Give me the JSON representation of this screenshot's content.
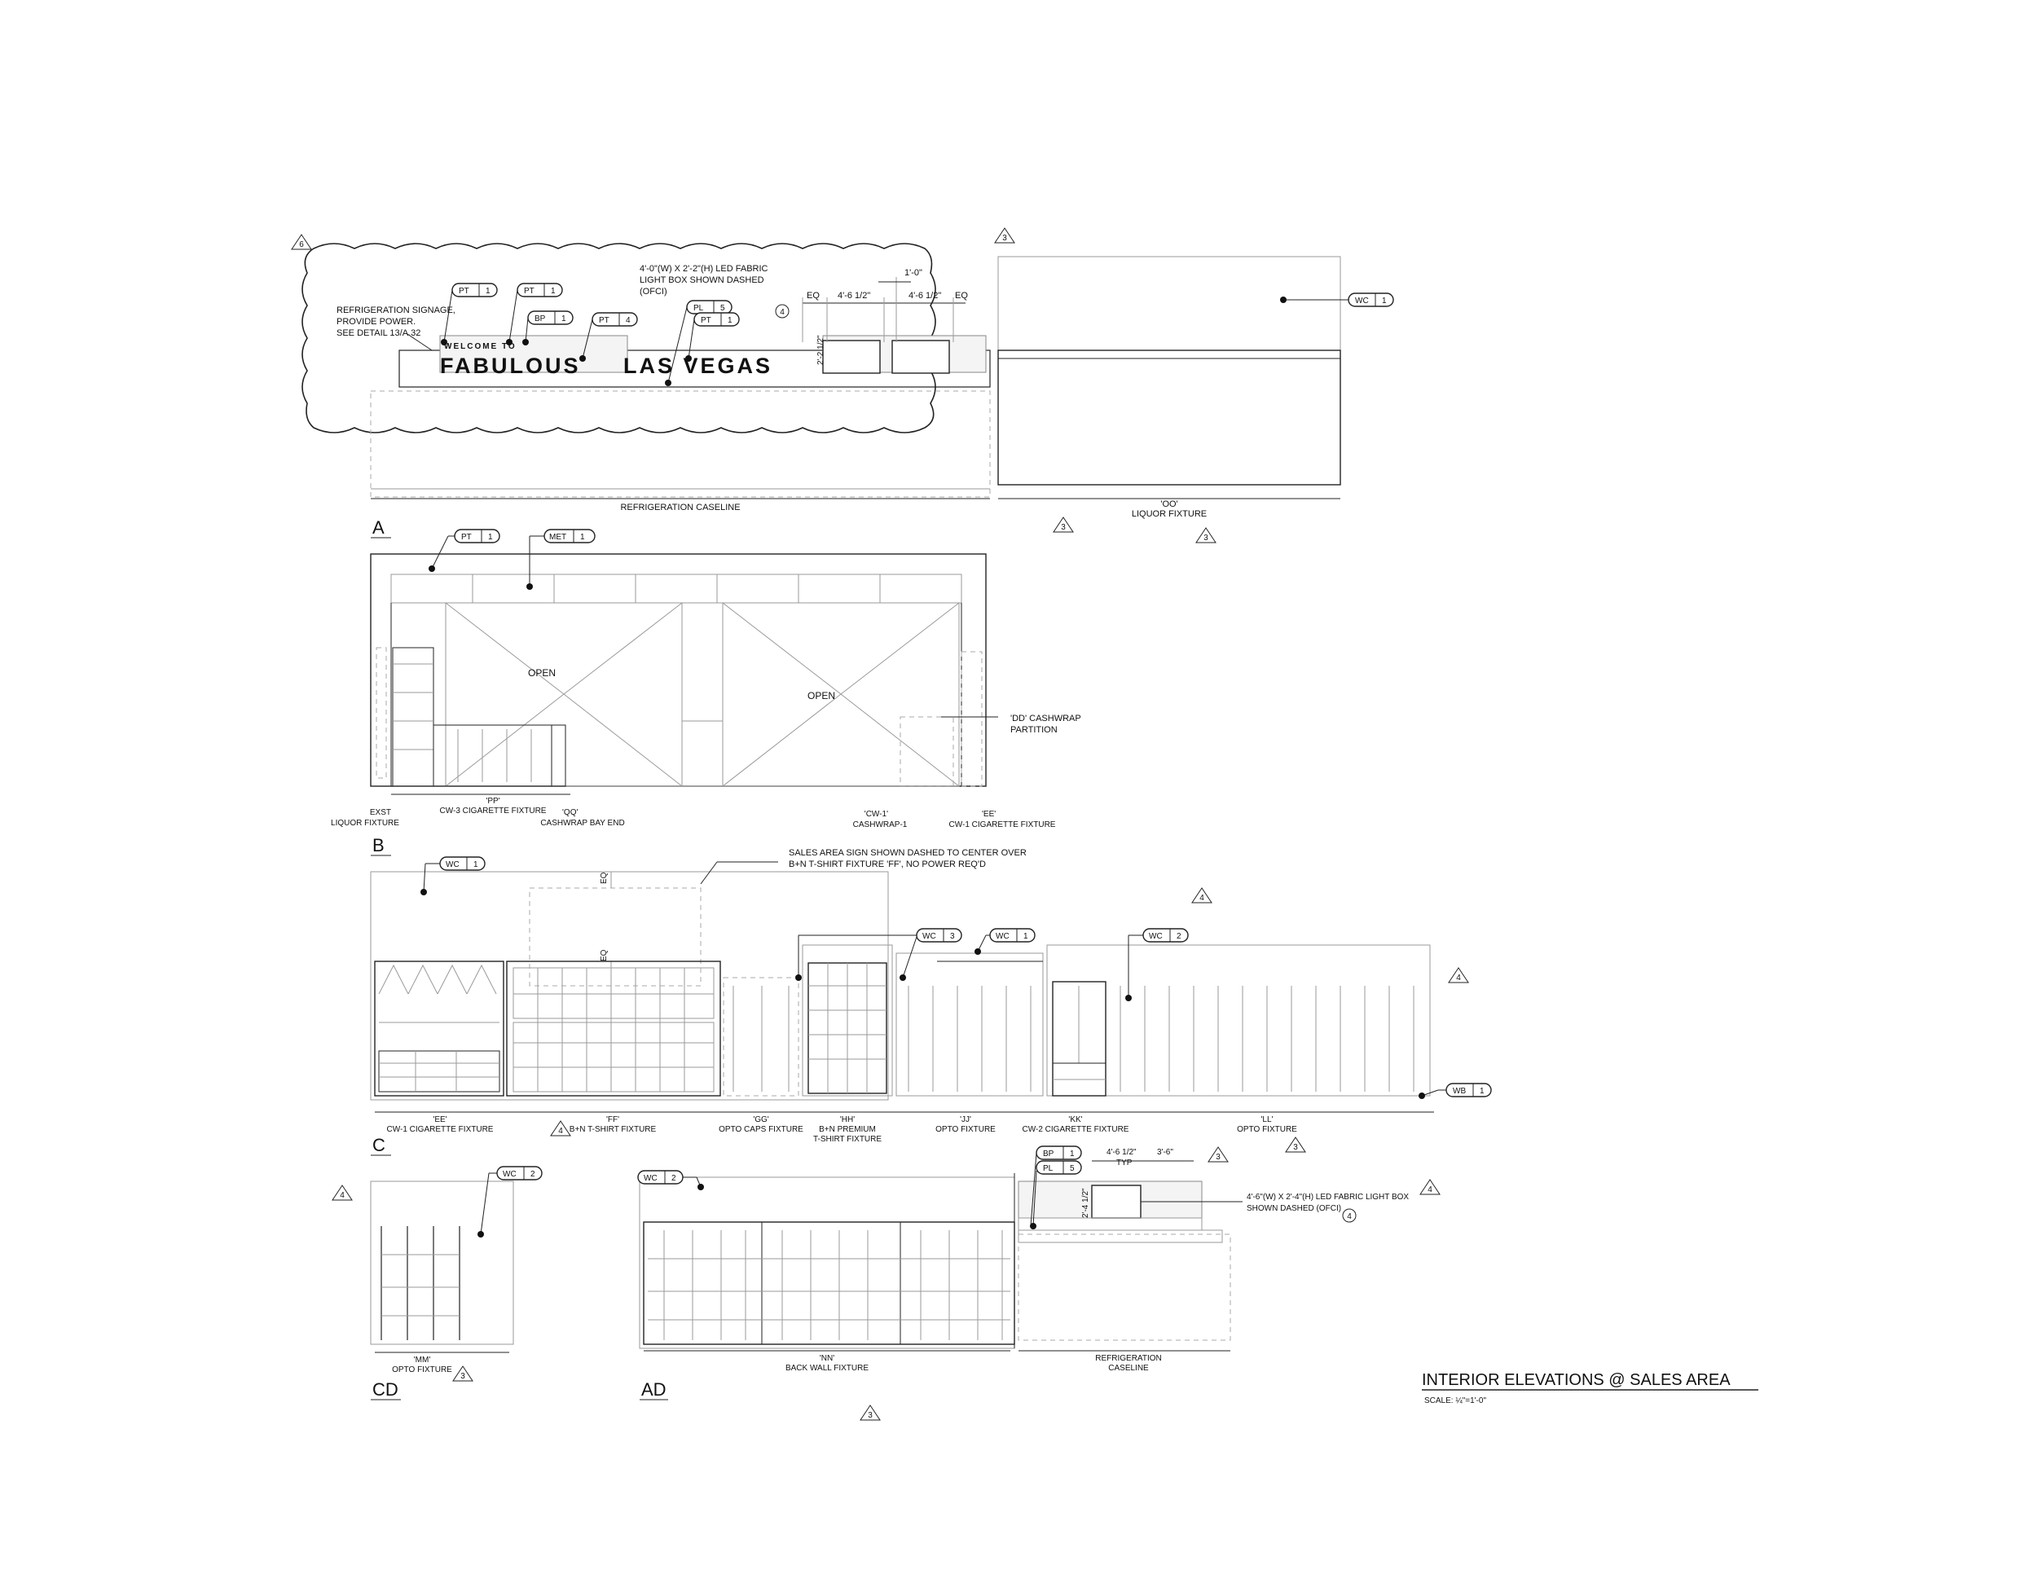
{
  "sheet": {
    "title": "INTERIOR ELEVATIONS @ SALES AREA",
    "scale": "SCALE: ¼\"=1'-0\""
  },
  "elevation_a": {
    "label": "A",
    "sign": {
      "welcome": "WELCOME TO",
      "fabulous": "FABULOUS",
      "lasvegas": "LAS VEGAS"
    },
    "notes": {
      "refrig_sign": [
        "REFRIGERATION SIGNAGE,",
        "PROVIDE POWER.",
        "SEE DETAIL 13/A.32"
      ],
      "lightbox": [
        "4'-0\"(W) X 2'-2\"(H) LED FABRIC",
        "LIGHT BOX SHOWN DASHED",
        "(OFCI)"
      ]
    },
    "dims": {
      "eq1": "EQ",
      "eq2": "EQ",
      "d1": "4'-6 1/2\"",
      "d2": "4'-6 1/2\"",
      "d3": "1'-0\"",
      "d4": "2'-2 1/2\""
    },
    "tags": {
      "pt1": [
        "PT",
        "1"
      ],
      "pt2": [
        "PT",
        "1"
      ],
      "bp": [
        "BP",
        "1"
      ],
      "pt3": [
        "PT",
        "4"
      ],
      "pl": [
        "PL",
        "5"
      ],
      "pt4": [
        "PT",
        "1"
      ],
      "wc": [
        "WC",
        "1"
      ]
    },
    "revisions": {
      "r6": "6",
      "r3a": "3",
      "r3b": "3",
      "r3c": "3",
      "rev4": "4"
    },
    "captions": {
      "refrig": "REFRIGERATION CASELINE",
      "oo_1": "'OO'",
      "oo_2": "LIQUOR FIXTURE"
    }
  },
  "elevation_b": {
    "label": "B",
    "tags": {
      "pt": [
        "PT",
        "1"
      ],
      "met": [
        "MET",
        "1"
      ]
    },
    "open1": "OPEN",
    "open2": "OPEN",
    "notes": {
      "dd": [
        "'DD' CASHWRAP",
        "PARTITION"
      ]
    },
    "captions": {
      "exst_1": "EXST",
      "exst_2": "LIQUOR FIXTURE",
      "pp_1": "'PP'",
      "pp_2": "CW-3 CIGARETTE FIXTURE",
      "qq_1": "'QQ'",
      "qq_2": "CASHWRAP BAY END",
      "cw1_1": "'CW-1'",
      "cw1_2": "CASHWRAP-1",
      "ee_1": "'EE'",
      "ee_2": "CW-1 CIGARETTE FIXTURE"
    }
  },
  "elevation_c": {
    "label": "C",
    "notes": {
      "sales_sign": [
        "SALES AREA SIGN SHOWN DASHED TO CENTER OVER",
        "B+N T-SHIRT FIXTURE 'FF', NO POWER REQ'D"
      ]
    },
    "dims": {
      "eq1": "EQ",
      "eq2": "EQ"
    },
    "tags": {
      "wc1": [
        "WC",
        "1"
      ],
      "wc3": [
        "WC",
        "3"
      ],
      "wc1b": [
        "WC",
        "1"
      ],
      "wc2": [
        "WC",
        "2"
      ],
      "wb": [
        "WB",
        "1"
      ]
    },
    "revisions": {
      "r4a": "4",
      "r4b": "4",
      "r4c": "4",
      "r3": "3"
    },
    "captions": {
      "ee_1": "'EE'",
      "ee_2": "CW-1 CIGARETTE FIXTURE",
      "ff_1": "'FF'",
      "ff_2": "B+N T-SHIRT FIXTURE",
      "gg_1": "'GG'",
      "gg_2": "OPTO CAPS FIXTURE",
      "hh_1": "'HH'",
      "hh_2": "B+N PREMIUM",
      "hh_3": "T-SHIRT FIXTURE",
      "jj_1": "'JJ'",
      "jj_2": "OPTO FIXTURE",
      "kk_1": "'KK'",
      "kk_2": "CW-2 CIGARETTE FIXTURE",
      "ll_1": "'LL'",
      "ll_2": "OPTO FIXTURE"
    }
  },
  "elevation_cd": {
    "label": "CD",
    "tags": {
      "wc": [
        "WC",
        "2"
      ]
    },
    "revisions": {
      "r4": "4",
      "r3": "3"
    },
    "captions": {
      "mm_1": "'MM'",
      "mm_2": "OPTO FIXTURE"
    }
  },
  "elevation_ad": {
    "label": "AD",
    "tags": {
      "wc": [
        "WC",
        "2"
      ],
      "bp": [
        "BP",
        "1"
      ],
      "pl": [
        "PL",
        "5"
      ]
    },
    "dims": {
      "d1": "4'-6 1/2\"",
      "typ": "TYP",
      "d2": "3'-6\"",
      "d3": "2'-4 1/2\""
    },
    "notes": {
      "lightbox": [
        "4'-6\"(W) X 2'-4\"(H) LED FABRIC LIGHT BOX",
        "SHOWN DASHED (OFCI)"
      ]
    },
    "revisions": {
      "r3a": "3",
      "r4a": "4",
      "r4b": "4",
      "r3b": "3"
    },
    "captions": {
      "nn_1": "'NN'",
      "nn_2": "BACK WALL FIXTURE",
      "refrig_1": "REFRIGERATION",
      "refrig_2": "CASELINE"
    }
  }
}
